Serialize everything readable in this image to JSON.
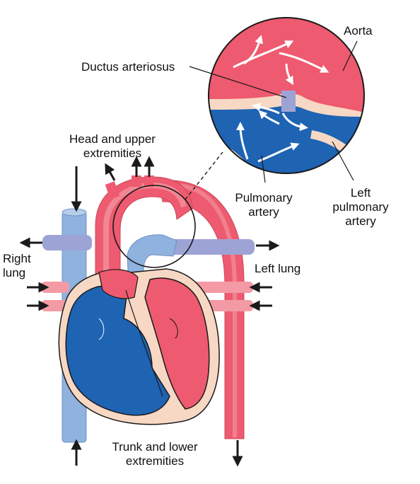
{
  "labels": {
    "aorta": "Aorta",
    "ductus": "Ductus arteriosus",
    "head_1": "Head and upper",
    "head_2": "extremities",
    "right_lung_1": "Right",
    "right_lung_2": "lung",
    "left_lung": "Left lung",
    "pulmonary_1": "Pulmonary",
    "pulmonary_2": "artery",
    "left_pulm_1": "Left",
    "left_pulm_2": "pulmonary",
    "left_pulm_3": "artery",
    "trunk_1": "Trunk and lower",
    "trunk_2": "extremities"
  },
  "colors": {
    "oxygenated": "#ee5a6f",
    "oxygenated_light": "#f39aa4",
    "deoxygenated": "#1f63b3",
    "deoxygenated_light": "#8fb2de",
    "mixed": "#9ea3d6",
    "tissue": "#f7d8c4",
    "outline": "#1a1a1a"
  }
}
